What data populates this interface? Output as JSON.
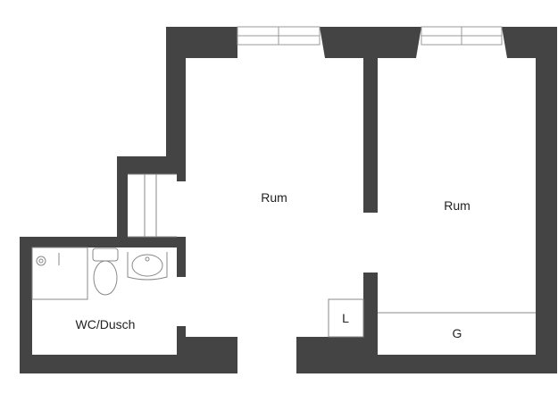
{
  "rooms": {
    "room_left": "Rum",
    "room_right": "Rum",
    "bathroom": "WC/Dusch",
    "closet_l": "L",
    "closet_g": "G"
  },
  "colors": {
    "wall": "#444444",
    "fixture_stroke": "#888888",
    "window_fill": "#ffffff",
    "background": "#ffffff"
  }
}
